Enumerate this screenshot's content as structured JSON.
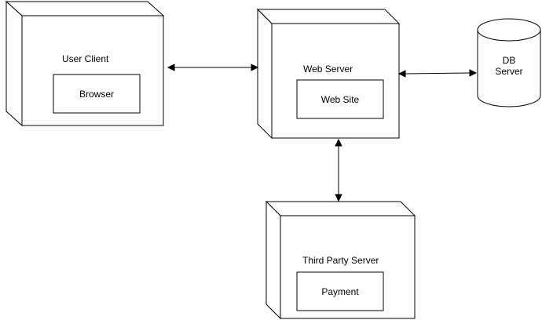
{
  "nodes": {
    "user_client": {
      "title": "User Client",
      "inner_label": "Browser"
    },
    "web_server": {
      "title": "Web Server",
      "inner_label": "Web Site"
    },
    "db_server": {
      "line1": "DB",
      "line2": "Server"
    },
    "third_party_server": {
      "title": "Third Party Server",
      "inner_label": "Payment"
    }
  },
  "edges": [
    {
      "from": "User Client",
      "to": "Web Server",
      "bidirectional": true
    },
    {
      "from": "Web Server",
      "to": "DB Server",
      "bidirectional": true
    },
    {
      "from": "Web Server",
      "to": "Third Party Server",
      "bidirectional": true
    }
  ],
  "colors": {
    "stroke": "#000000",
    "fill": "#ffffff"
  }
}
